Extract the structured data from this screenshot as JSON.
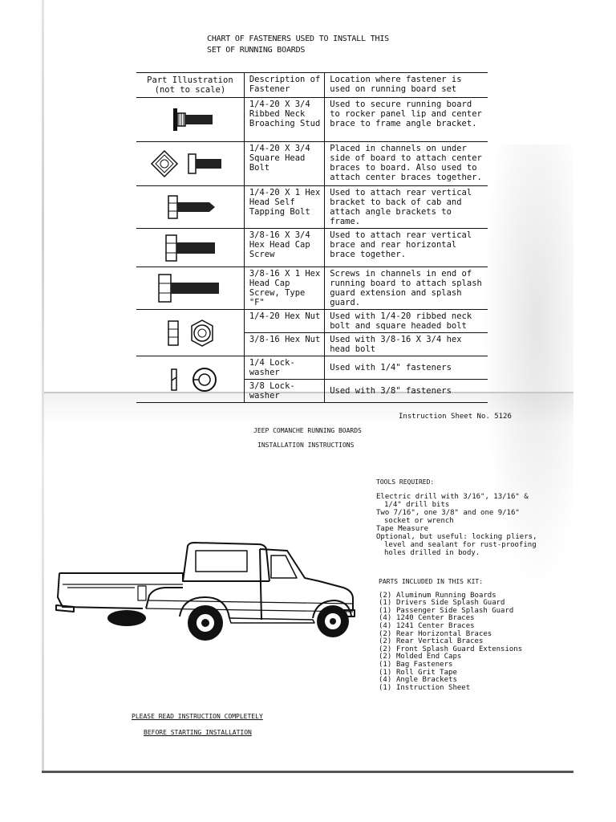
{
  "chart": {
    "title_line1": "CHART OF FASTENERS USED TO INSTALL THIS",
    "title_line2": "SET OF RUNNING BOARDS",
    "headers": {
      "illustration": "Part Illustration (not to scale)",
      "description": "Description of Fastener",
      "location": "Location where fastener is used on running board set"
    },
    "rows": [
      {
        "icon": "broaching-stud-icon",
        "description": "1/4-20 X 3/4 Ribbed Neck Broaching Stud",
        "location": "Used to secure running board to rocker panel lip and center brace to frame angle bracket."
      },
      {
        "icon": "square-head-bolt-icon",
        "description": "1/4-20 X 3/4 Square Head Bolt",
        "location": "Placed in channels on under side of board to attach center braces to board. Also used to attach center braces together."
      },
      {
        "icon": "tapping-bolt-icon",
        "description": "1/4-20 X 1 Hex Head Self Tapping Bolt",
        "location": "Used to attach rear vertical bracket to back of cab and attach angle brackets to frame."
      },
      {
        "icon": "hex-cap-screw-icon",
        "description": "3/8-16 X 3/4 Hex Head Cap Screw",
        "location": "Used to attach rear vertical brace and rear horizontal brace together."
      },
      {
        "icon": "hex-cap-screw-type-f-icon",
        "description": "3/8-16 X 1 Hex Head Cap Screw, Type \"F\"",
        "location": "Screws in channels in end of running board to attach splash guard extension and splash guard."
      },
      {
        "icon": "hex-nut-icon",
        "description": "1/4-20 Hex Nut",
        "location": "Used with 1/4-20 ribbed neck bolt and square headed bolt"
      },
      {
        "icon": "",
        "description": "3/8-16 Hex Nut",
        "location": "Used with 3/8-16 X 3/4 hex head bolt"
      },
      {
        "icon": "lock-washer-icon",
        "description": "1/4 Lock-washer",
        "location": "Used with 1/4\" fasteners"
      },
      {
        "icon": "",
        "description": "3/8 Lock-washer",
        "location": "Used with 3/8\" fasteners"
      }
    ]
  },
  "instructions": {
    "sheet_number": "Instruction Sheet No. 5126",
    "title": "JEEP COMANCHE RUNNING BOARDS",
    "subtitle": "INSTALLATION INSTRUCTIONS"
  },
  "tools": {
    "heading": "TOOLS REQUIRED:",
    "lines": [
      "Electric drill with 3/16\", 13/16\" &",
      "1/4\" drill bits",
      "Two 7/16\", one 3/8\" and one 9/16\"",
      "socket or wrench",
      "Tape Measure",
      "Optional, but useful: locking pliers,",
      "level and sealant for rust-proofing",
      "holes drilled in body."
    ]
  },
  "parts": {
    "heading": "PARTS INCLUDED IN THIS KIT:",
    "items": [
      {
        "qty": "(2)",
        "name": "Aluminum Running Boards"
      },
      {
        "qty": "(1)",
        "name": "Drivers Side Splash Guard"
      },
      {
        "qty": "(1)",
        "name": "Passenger Side Splash Guard"
      },
      {
        "qty": "(4)",
        "name": "1240 Center Braces"
      },
      {
        "qty": "(4)",
        "name": "1241 Center Braces"
      },
      {
        "qty": "(2)",
        "name": "Rear Horizontal Braces"
      },
      {
        "qty": "(2)",
        "name": "Rear Vertical Braces"
      },
      {
        "qty": "(2)",
        "name": "Front Splash Guard Extensions"
      },
      {
        "qty": "(2)",
        "name": "Molded End Caps"
      },
      {
        "qty": "(1)",
        "name": "Bag Fasteners"
      },
      {
        "qty": "(1)",
        "name": "Roll Grit Tape"
      },
      {
        "qty": "(4)",
        "name": "Angle Brackets"
      },
      {
        "qty": "(1)",
        "name": "Instruction Sheet"
      }
    ]
  },
  "notes": {
    "read": "PLEASE READ INSTRUCTION COMPLETELY",
    "before": "BEFORE STARTING INSTALLATION"
  }
}
